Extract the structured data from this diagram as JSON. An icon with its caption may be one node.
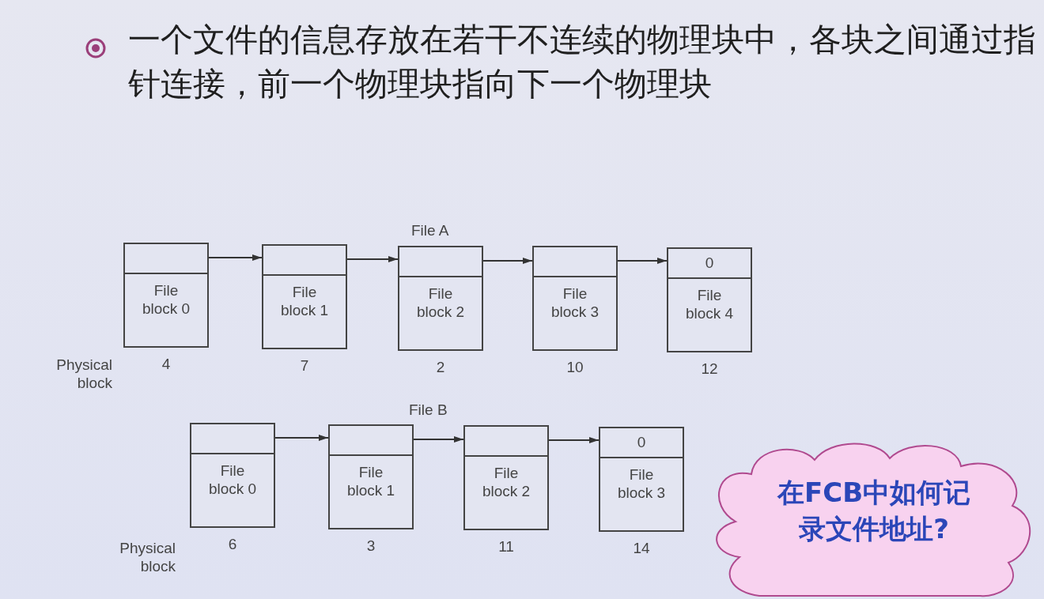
{
  "diagram": {
    "title": "一个文件的信息存放在若干不连续的物理块中，各块之间通过指针连接，前一个物理块指向下一个物理块",
    "nodes": [
      {
        "text": [
          "File block 0"
        ],
        "beside": [
          "4"
        ]
      },
      {
        "text": [
          "File block 1"
        ],
        "beside": [
          "7"
        ]
      },
      {
        "text": [
          "File block 2"
        ],
        "beside": [
          "2"
        ]
      },
      {
        "text": [
          "File block 3"
        ],
        "beside": [
          "10"
        ]
      },
      {
        "text": [
          "0",
          "File block 4"
        ],
        "beside": [
          "12"
        ]
      },
      {
        "text": [
          "File block 0"
        ],
        "beside": [
          "6"
        ]
      },
      {
        "text": [
          "File block 1"
        ],
        "beside": [
          "3"
        ]
      },
      {
        "text": [
          "File block 2"
        ],
        "beside": [
          "11"
        ]
      },
      {
        "text": [
          "0",
          "File block 3"
        ],
        "beside": [
          "14"
        ]
      },
      {
        "text": [
          "在FCB中如何记录文件地址?"
        ]
      }
    ],
    "edges": [
      {
        "from": 0,
        "to": 1,
        "arrow": "to"
      },
      {
        "from": 1,
        "to": 2,
        "arrow": "to"
      },
      {
        "from": 2,
        "to": 3,
        "arrow": "to"
      },
      {
        "from": 3,
        "to": 4,
        "arrow": "to"
      },
      {
        "from": 5,
        "to": 6,
        "arrow": "to"
      },
      {
        "from": 6,
        "to": 7,
        "arrow": "to"
      },
      {
        "from": 7,
        "to": 8,
        "arrow": "to"
      }
    ],
    "labels": [
      "File A",
      "Physical block",
      "File B",
      "Physical block"
    ]
  }
}
